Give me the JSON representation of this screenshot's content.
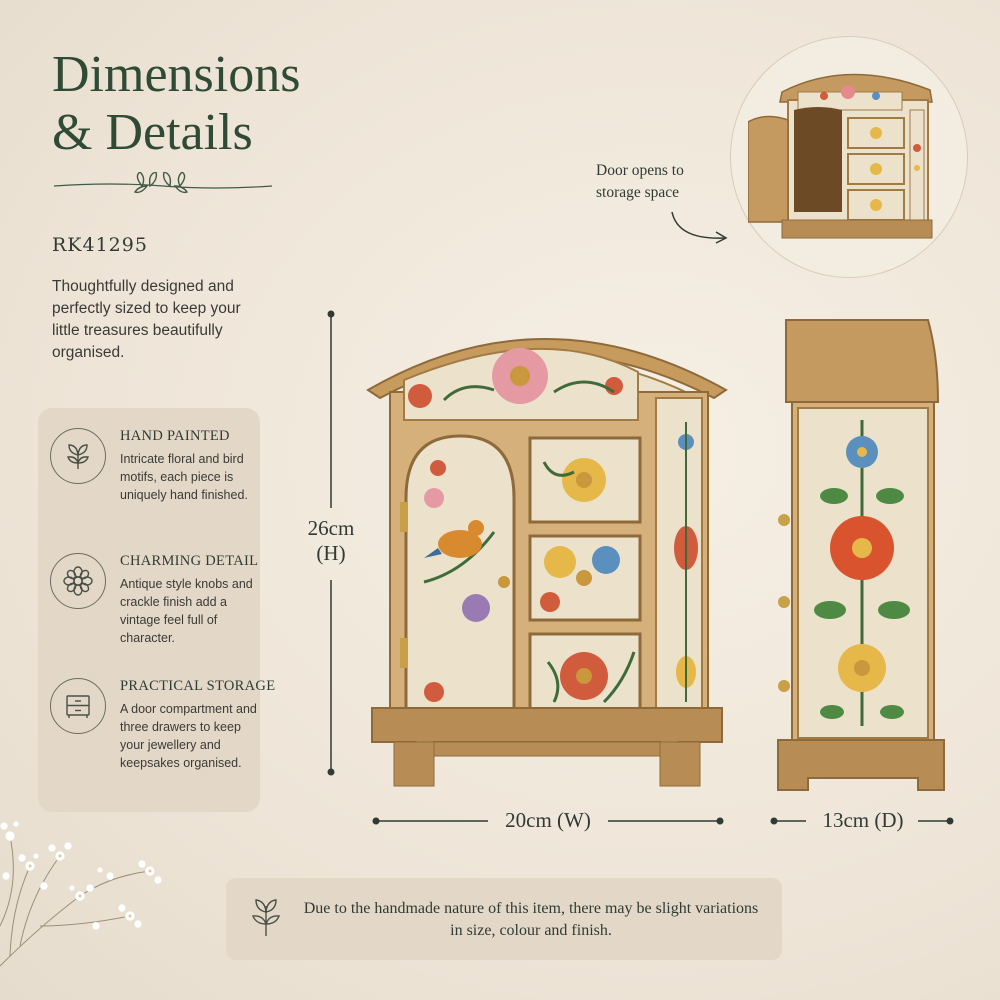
{
  "page": {
    "title_line1": "Dimensions",
    "title_line2": "& Details",
    "sku": "RK41295",
    "intro": "Thoughtfully designed and perfectly sized to keep your little treasures beautifully organised."
  },
  "features": [
    {
      "icon": "plant-sprig-icon",
      "title": "Hand Painted",
      "description": "Intricate floral and bird motifs, each piece is uniquely hand finished."
    },
    {
      "icon": "flower-icon",
      "title": "Charming Detail",
      "description": "Antique style knobs and crackle finish add a vintage feel full of character."
    },
    {
      "icon": "drawers-icon",
      "title": "Practical Storage",
      "description": "A door compartment and three drawers to keep your jewellery and keepsakes organised."
    }
  ],
  "dimensions": {
    "height": "26cm",
    "height_unit": "(H)",
    "width": "20cm (W)",
    "depth": "13cm (D)"
  },
  "callout": {
    "text_line1": "Door opens to",
    "text_line2": "storage space"
  },
  "note": {
    "text": "Due to the handmade nature of this item, there may be slight variations in size, colour and finish."
  },
  "colors": {
    "accent_green": "#2f4a35",
    "panel": "#e3d8c7",
    "wood": "#b88d55",
    "cream_panel": "#ece2cc"
  }
}
